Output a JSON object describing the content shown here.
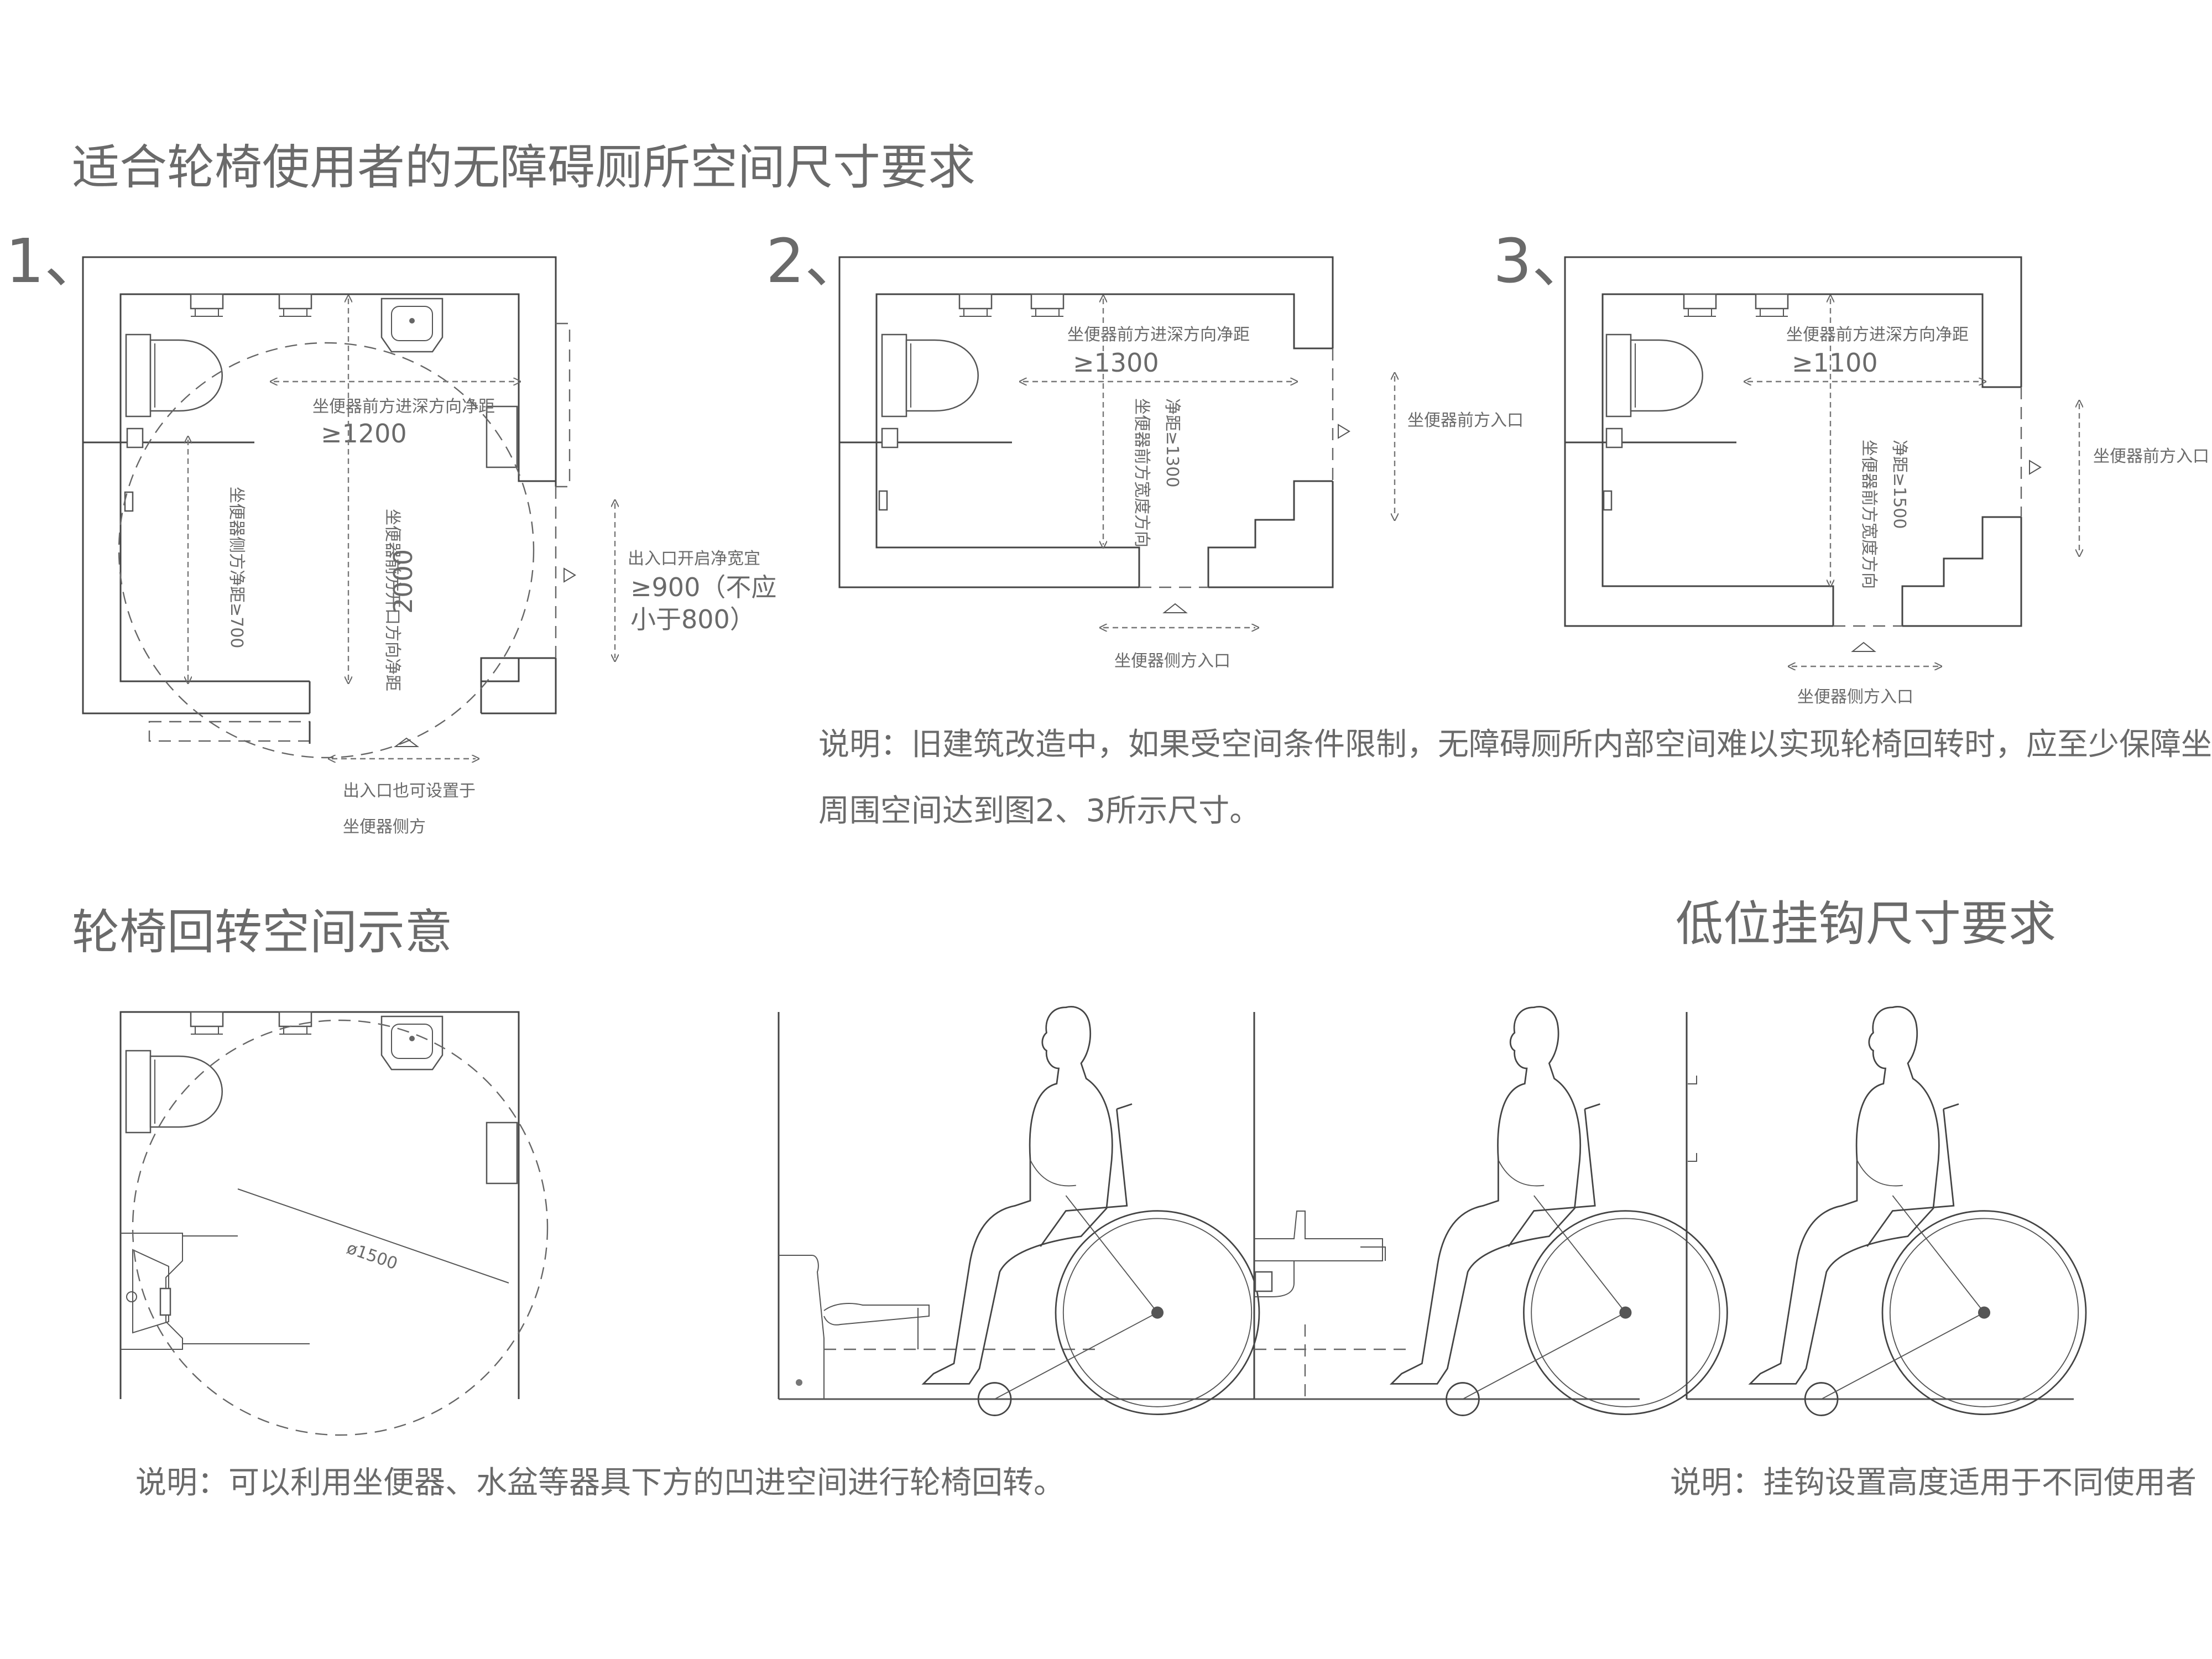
{
  "title": "适合轮椅使用者的无障碍厕所空间尺寸要求",
  "plans": [
    {
      "number": "1、",
      "depth_label": "坐便器前方进深方向净距",
      "depth_value": "≥1200",
      "side_label": "坐便器侧方净距≥700",
      "front_label": "坐便器前方开口方向净距",
      "front_value": "2000",
      "door_label": "出入口开启净宽宜",
      "door_value": "≥900（不应",
      "door_value2": "小于800）",
      "entrance_note_1": "出入口也可设置于",
      "entrance_note_2": "坐便器侧方"
    },
    {
      "number": "2、",
      "depth_label": "坐便器前方进深方向净距",
      "depth_value": "≥1300",
      "width_label": "坐便器前方宽度方向",
      "width_value": "净距≥1300",
      "front_entry": "坐便器前方入口",
      "side_entry": "坐便器侧方入口"
    },
    {
      "number": "3、",
      "depth_label": "坐便器前方进深方向净距",
      "depth_value": "≥1100",
      "width_label": "坐便器前方宽度方向",
      "width_value": "净距≥1500",
      "front_entry": "坐便器前方入口",
      "side_entry": "坐便器侧方入口"
    }
  ],
  "note_top_1": "说明：旧建筑改造中，如果受空间条件限制，无障碍厕所内部空间难以实现轮椅回转时，应至少保障坐便器",
  "note_top_2": "周围空间达到图2、3所示尺寸。",
  "section_turning": "轮椅回转空间示意",
  "section_hook": "低位挂钩尺寸要求",
  "turning_diameter": "ø1500",
  "note_bottom_left": "说明：可以利用坐便器、水盆等器具下方的凹进空间进行轮椅回转。",
  "note_bottom_right": "说明：挂钩设置高度适用于不同使用者",
  "icons": [
    "toilet-icon",
    "wash-basin-icon",
    "wheelchair-user-icon",
    "grab-bar-icon",
    "wall-hook-icon"
  ]
}
